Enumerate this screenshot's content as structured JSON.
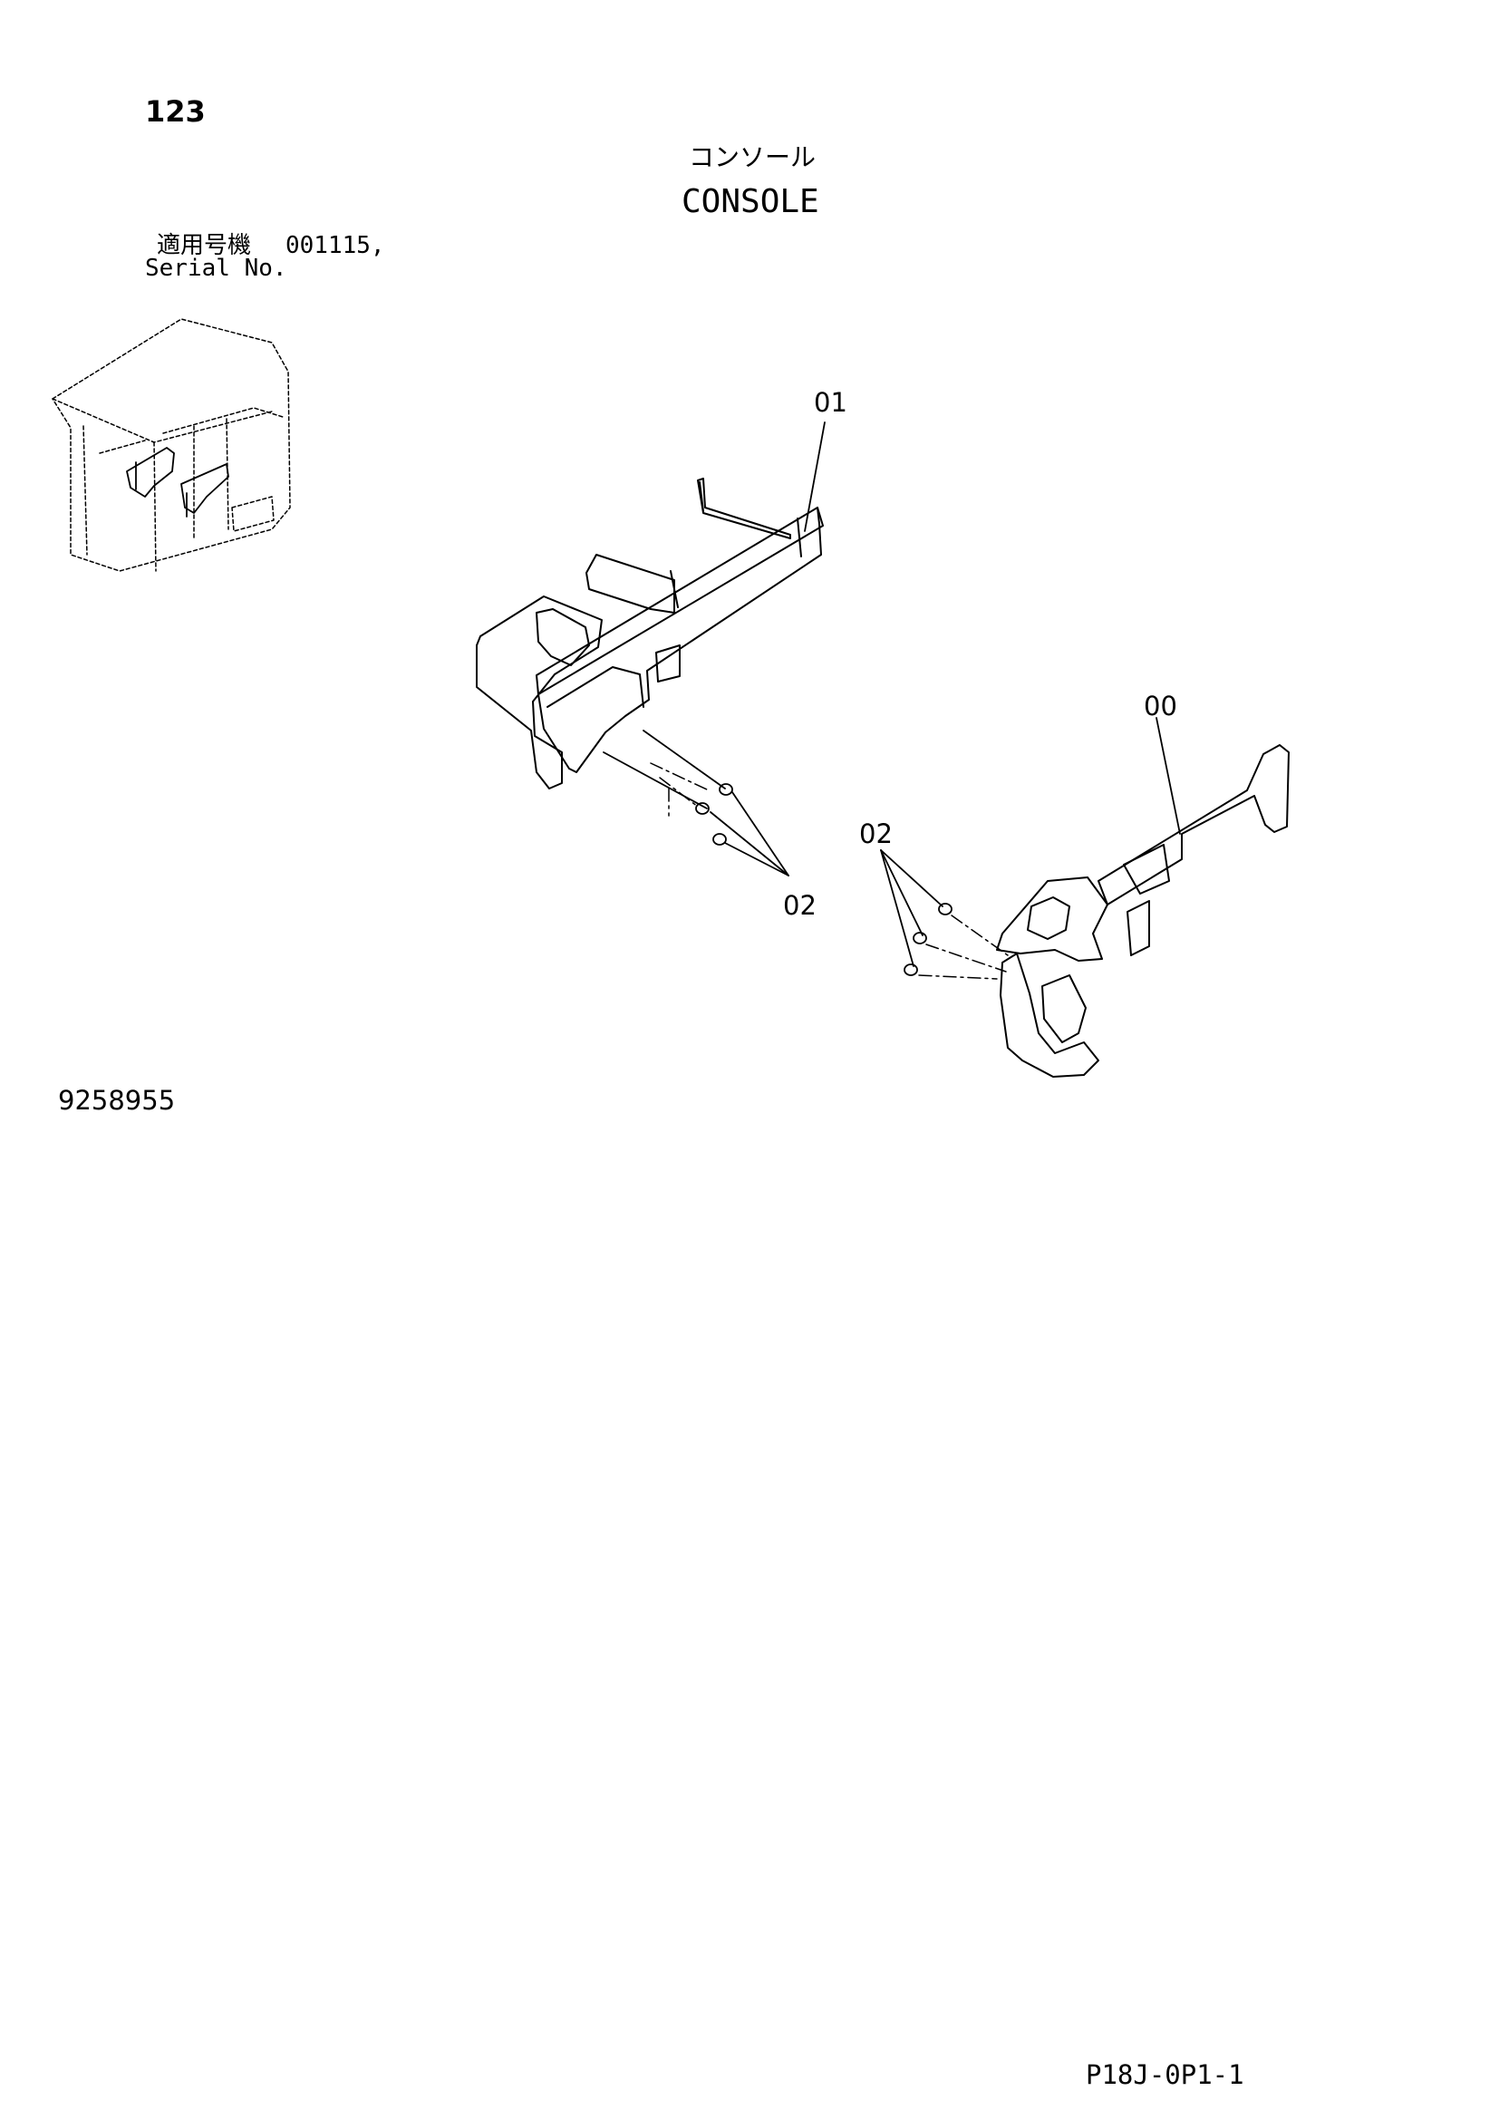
{
  "header": {
    "page_number": "123",
    "title_jp": "コンソール",
    "title_en": "CONSOLE"
  },
  "serial": {
    "label_jp": "適用号機",
    "value": "001115,",
    "label_en": "Serial No."
  },
  "callouts": {
    "part_01": "01",
    "part_00": "00",
    "part_02_left": "02",
    "part_02_right": "02"
  },
  "footer": {
    "drawing_number": "9258955",
    "sheet_code": "P18J-0P1-1"
  }
}
